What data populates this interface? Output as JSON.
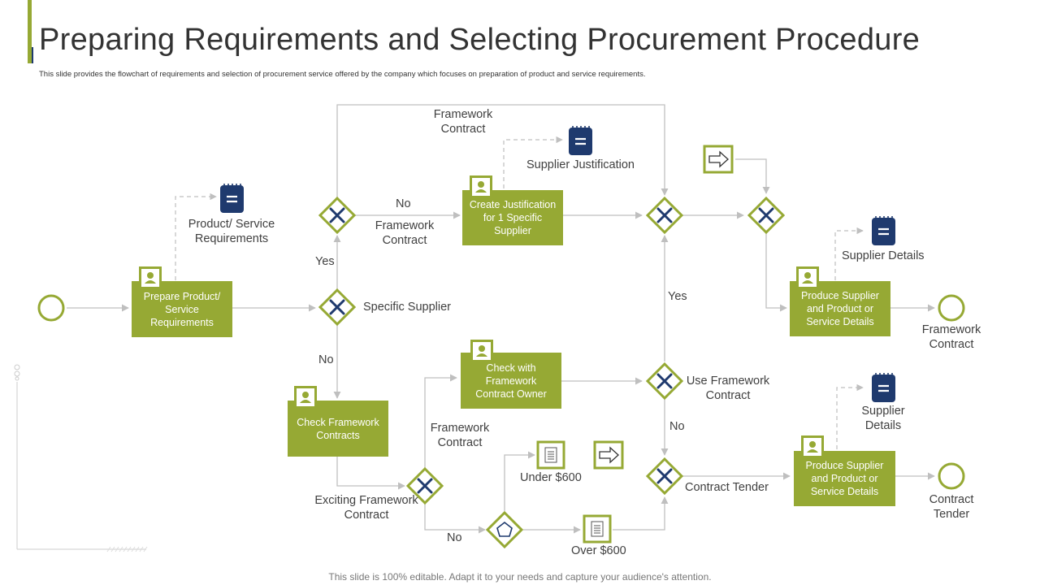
{
  "header": {
    "title": "Preparing Requirements and Selecting Procurement Procedure",
    "subtitle": "This slide provides the flowchart of requirements and selection of procurement service offered by the company which focuses on preparation of product and service requirements."
  },
  "footer": {
    "text": "This slide is 100% editable. Adapt it to your needs and capture your audience's attention."
  },
  "colors": {
    "accent": "#96a934",
    "navy": "#1f3a6e",
    "line": "#bfbfbf",
    "text": "#404040"
  },
  "flow": {
    "tasks": {
      "prepare": "Prepare Product/ Service Requirements",
      "justification": "Create Justification for 1 Specific Supplier",
      "check_owner": "Check with Framework Contract Owner",
      "check_contracts": "Check Framework Contracts",
      "produce_top": "Produce Supplier and Product or Service Details",
      "produce_bottom": "Produce Supplier and Product or Service Details"
    },
    "labels": {
      "framework_contract_top": "Framework Contract",
      "supplier_justification": "Supplier Justification",
      "product_service_requirements": "Product/ Service Requirements",
      "no_top": "No",
      "framework_contract_mid": "Framework Contract",
      "yes_left": "Yes",
      "specific_supplier": "Specific Supplier",
      "no_left": "No",
      "supplier_details_top": "Supplier Details",
      "yes_right": "Yes",
      "framework_contract_end": "Framework Contract",
      "use_framework_contract": "Use Framework Contract",
      "no_right": "No",
      "supplier_details_bottom": "Supplier Details",
      "framework_contract_lower": "Framework Contract",
      "under_600": "Under $600",
      "contract_tender": "Contract Tender",
      "contract_tender_end": "Contract Tender",
      "exciting_framework_contract": "Exciting Framework Contract",
      "no_bottom": "No",
      "over_600": "Over $600"
    },
    "icons": {
      "start_event": "start-circle-icon",
      "end_event": "end-circle-icon",
      "gateway": "exclusive-gateway-x-icon",
      "event_gateway": "pentagon-gateway-icon",
      "data_object": "notepad-document-icon",
      "user_task": "user-person-icon",
      "message": "arrow-right-message-icon",
      "document": "document-page-icon"
    }
  }
}
